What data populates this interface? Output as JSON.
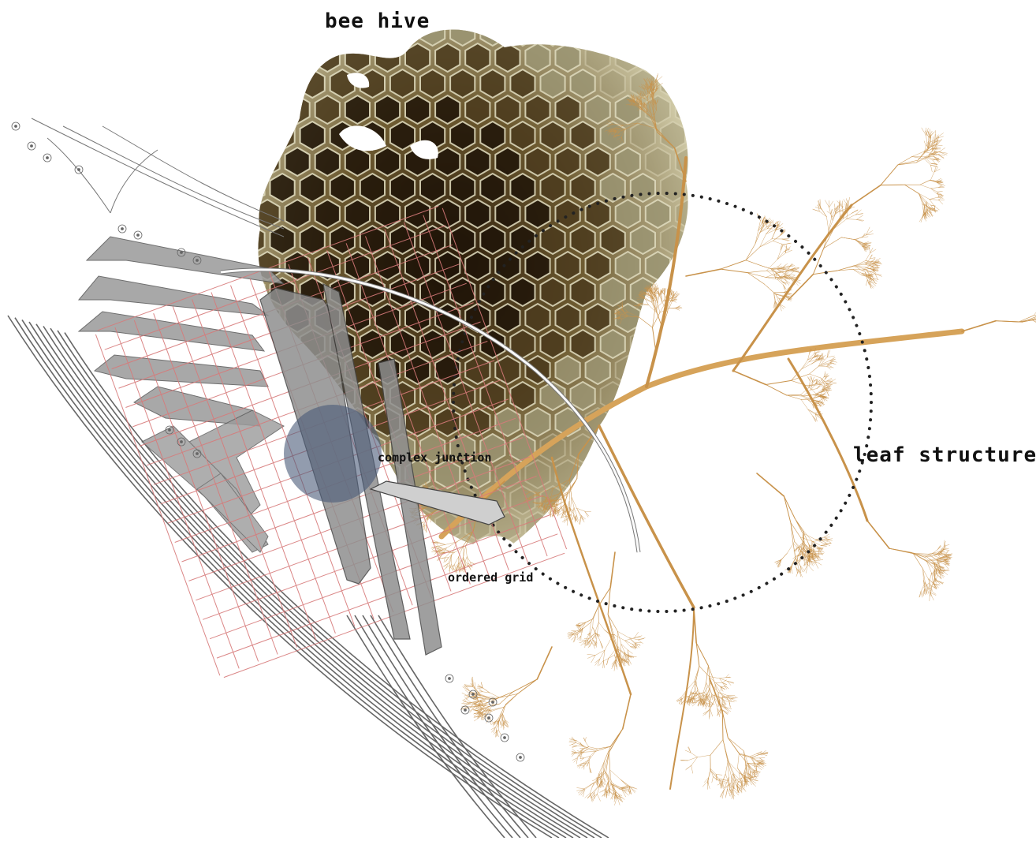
{
  "labels": {
    "bee_hive": "bee hive",
    "leaf_structure": "leaf structure",
    "complex_junction": "complex junction",
    "ordered_grid": "ordered grid"
  },
  "colors": {
    "honeycomb_dark": "#3a2a14",
    "honeycomb_light": "#cfc9a6",
    "honeycomb_cell": "#2b1d0c",
    "leaf_vein": "#c8924a",
    "grid_red": "#d77a7a",
    "plan_gray": "#8a8a8a",
    "junction_blue": "#4a5a78",
    "dotted_circle": "#222222"
  },
  "icons": [
    "honeycomb-image",
    "leaf-skeleton-image",
    "site-plan-drawing",
    "dotted-circle",
    "junction-circle"
  ]
}
